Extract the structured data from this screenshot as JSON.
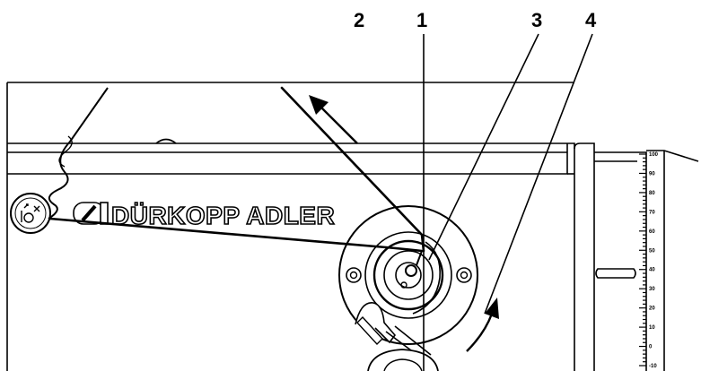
{
  "callouts": {
    "c1": "1",
    "c2": "2",
    "c3": "3",
    "c4": "4"
  },
  "brand": {
    "name": "DÜRKOPP ADLER"
  },
  "scale": {
    "labels": [
      "100",
      "90",
      "80",
      "70",
      "60",
      "50",
      "40",
      "30",
      "20",
      "10",
      "0",
      "-10"
    ]
  },
  "colors": {
    "line": "#000000",
    "background": "#ffffff"
  }
}
